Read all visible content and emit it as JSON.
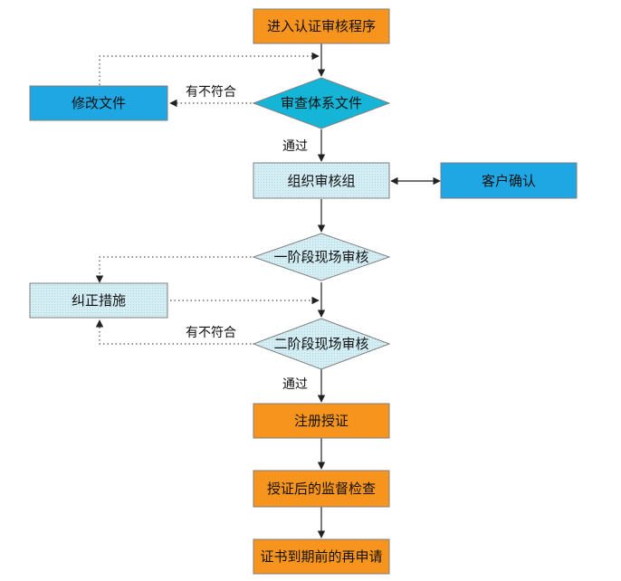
{
  "nodes": {
    "enter": "进入认证审核程序",
    "review_docs": "审查体系文件",
    "modify_docs": "修改文件",
    "organize_team": "组织审核组",
    "customer_confirm": "客户确认",
    "stage1_audit": "一阶段现场审核",
    "corrective_action": "纠正措施",
    "stage2_audit": "二阶段现场审核",
    "register_certify": "注册授证",
    "surveillance": "授证后的监督检查",
    "reapply": "证书到期前的再申请"
  },
  "labels": {
    "nonconform_1": "有不符合",
    "pass_1": "通过",
    "nonconform_2": "有不符合",
    "pass_2": "通过"
  },
  "colors": {
    "orange_fill": "#F7941D",
    "blue_fill": "#1EA7E3",
    "pale_fill": "#D5EEF4",
    "cyan_fill": "#15B5D8",
    "stroke": "#7F7F7F",
    "line": "#222222"
  }
}
